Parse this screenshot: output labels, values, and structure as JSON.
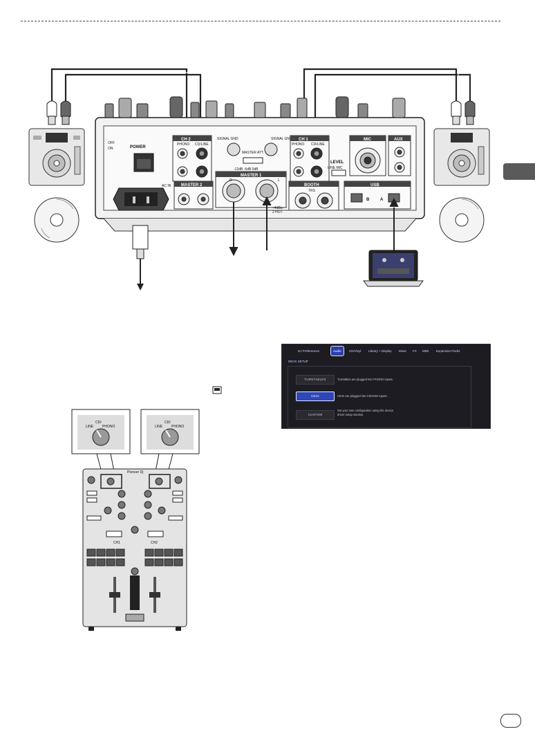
{
  "connection_diagram": {
    "ch2": {
      "label": "CH 2",
      "phono": "PHONO",
      "cd_line": "CD/LINE"
    },
    "ch1": {
      "label": "CH 1",
      "phono": "PHONO",
      "cd_line": "CD/LINE"
    },
    "signal_gnd_left": "SIGNAL GND",
    "signal_gnd_right": "SIGNAL GND",
    "master_att": "MASTER ATT.",
    "att_values": "-12dB -6dB 0dB",
    "master1": "MASTER 1",
    "master2": "MASTER 2",
    "booth": "BOOTH",
    "booth_sub": "TRS",
    "mic": "MIC",
    "aux": "AUX",
    "level_label": "LEVEL",
    "line_mic": "LINE  MIC",
    "usb": "USB",
    "usb_b": "B",
    "usb_a": "A",
    "power_label": "POWER",
    "off_label": "OFF",
    "on_label": "ON",
    "ac_in": "AC IN",
    "r": "R",
    "l": "L",
    "balanced_note": "+4dBu",
    "balanced_note2": "2 HOT"
  },
  "software_settings": {
    "tabs": [
      "DJ Preferences",
      "Audio",
      "CD/Vinyl",
      "Library + Display",
      "Mixer",
      "FX",
      "MIDI",
      "Expansion Packs"
    ],
    "active_tab": "Audio",
    "section_title": "DECK SETUP",
    "options": [
      {
        "label": "TURNTABLES",
        "description": "Turntables are plugged into PHONO inputs."
      },
      {
        "label": "CDJs",
        "description": "CDJs are plugged into CD/LINE inputs."
      },
      {
        "label": "CUSTOM",
        "description": "Set your own configuration using the device",
        "description2": "driver setup window."
      }
    ],
    "selected_option": "CDJs"
  },
  "mixer_detail": {
    "callout_left": {
      "line1": "CD/",
      "line2": "LINE",
      "phono": "PHONO"
    },
    "callout_right": {
      "line1": "CD/",
      "line2": "LINE",
      "phono": "PHONO"
    },
    "brand": "Pioneer Dj",
    "ch1": "CH1",
    "ch2": "CH2"
  },
  "colors": {
    "accent": "#2f46b8",
    "badge_gray": "#5a5a5a"
  }
}
